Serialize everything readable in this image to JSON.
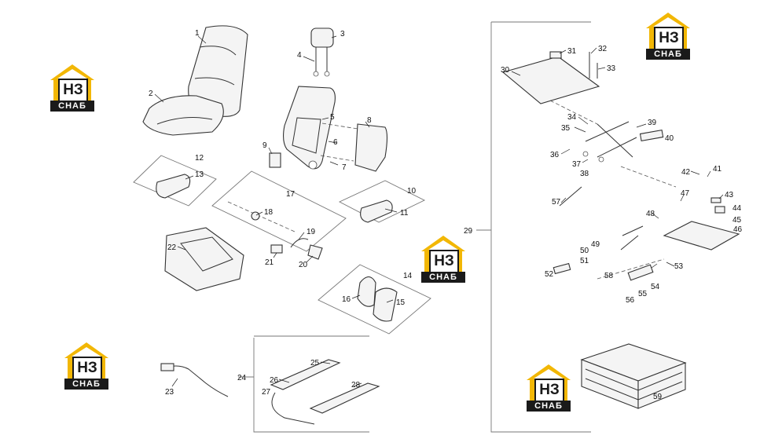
{
  "callouts": [
    "1",
    "2",
    "3",
    "4",
    "5",
    "6",
    "7",
    "8",
    "9",
    "10",
    "11",
    "12",
    "13",
    "14",
    "15",
    "16",
    "17",
    "18",
    "19",
    "20",
    "21",
    "22",
    "23",
    "24",
    "25",
    "26",
    "27",
    "28",
    "29",
    "30",
    "31",
    "32",
    "33",
    "34",
    "35",
    "36",
    "37",
    "38",
    "39",
    "40",
    "41",
    "42",
    "43",
    "44",
    "45",
    "46",
    "47",
    "48",
    "49",
    "50",
    "51",
    "52",
    "53",
    "54",
    "55",
    "56",
    "57",
    "58",
    "59"
  ],
  "watermark": {
    "monogram": "НЗ",
    "word": "СНАБ",
    "colors": {
      "roof": "#f2b705",
      "dark": "#1a1a1a"
    }
  }
}
